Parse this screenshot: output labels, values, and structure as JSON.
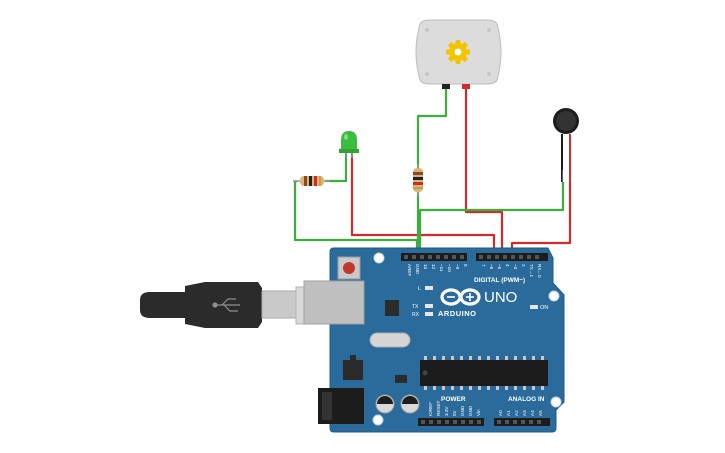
{
  "board": {
    "brand": "ARDUINO",
    "model": "UNO",
    "digital_header_label": "DIGITAL (PWM~)",
    "analog_header_label": "ANALOG IN",
    "power_header_label": "POWER",
    "on_label": "ON",
    "led_l_label": "L",
    "led_tx_label": "TX",
    "led_rx_label": "RX",
    "aref_label": "AREF",
    "gnd_label": "GND",
    "digital_pins": [
      "13",
      "12",
      "~11",
      "~10",
      "~9",
      "8",
      "7",
      "~6",
      "~5",
      "4",
      "~3",
      "2",
      "TX→1",
      "RX←0"
    ],
    "power_pins": [
      "IOREF",
      "RESET",
      "3.3V",
      "5V",
      "GND",
      "GND",
      "Vin"
    ],
    "analog_pins": [
      "A0",
      "A1",
      "A2",
      "A3",
      "A4",
      "A5"
    ]
  },
  "colors": {
    "board": "#2a6b9c",
    "board_edge": "#1f5a86",
    "wire_red": "#d22b2b",
    "wire_green": "#3cae3c",
    "led": "#3dbd3d",
    "usb_plug": "#2b2b2b",
    "usb_metal": "#c9c9c9",
    "motor_body": "#dcdcdc",
    "motor_gear": "#f3c400"
  },
  "components": {
    "motor_icon": "dc-motor",
    "vibration_icon": "vibration-motor",
    "led_icon": "led-green",
    "resistor_icon": "resistor"
  }
}
